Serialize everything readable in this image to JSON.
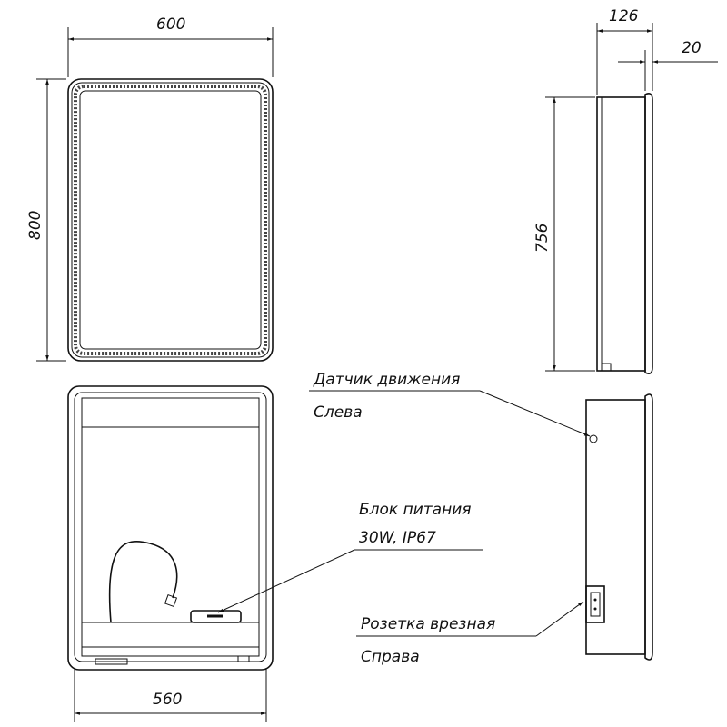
{
  "dimensions": {
    "width": "600",
    "height": "800",
    "depth": "126",
    "panel": "20",
    "body_height": "756",
    "inner_width": "560"
  },
  "callouts": {
    "sensor_title": "Датчик движения",
    "sensor_side": "Слева",
    "power_title": "Блок питания",
    "power_spec": "30W, IP67",
    "socket_title": "Розетка врезная",
    "socket_side": "Справа"
  }
}
